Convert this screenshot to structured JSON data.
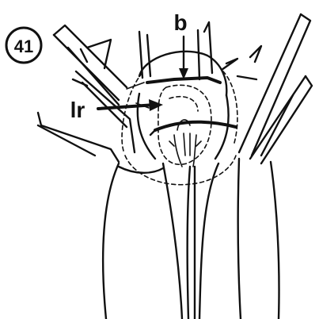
{
  "figure": {
    "number": "41",
    "labels": {
      "b": "b",
      "lr": "lr"
    }
  },
  "colors": {
    "ink": "#111111",
    "background": "#ffffff"
  }
}
